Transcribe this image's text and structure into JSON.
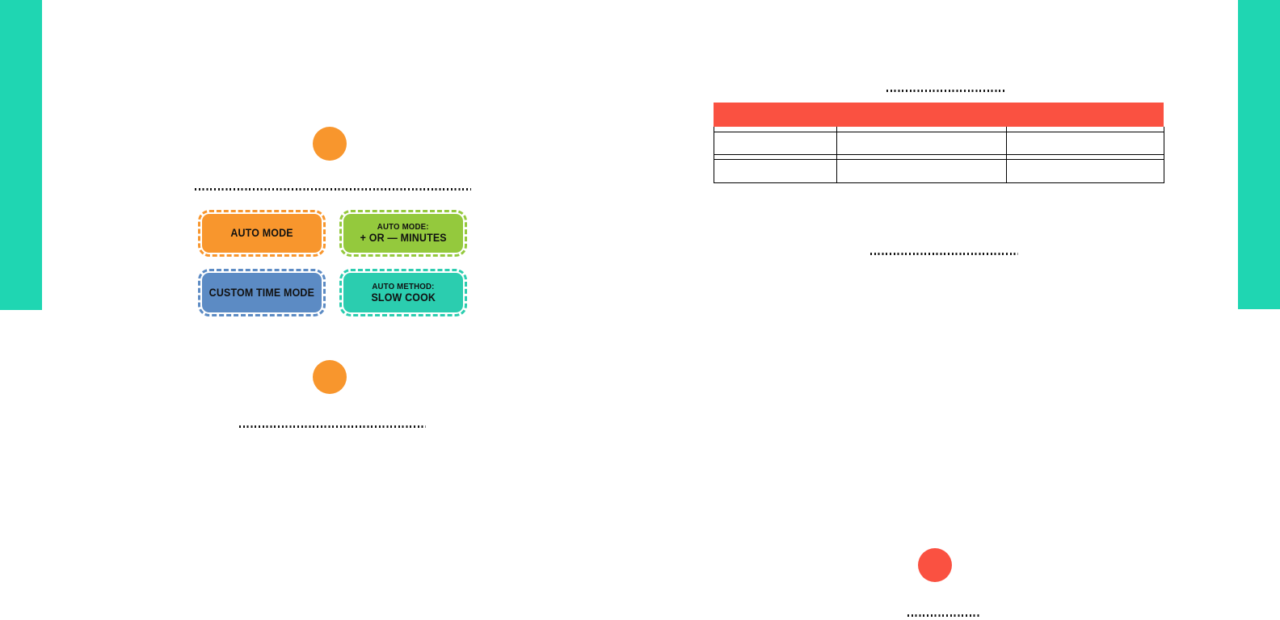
{
  "colors": {
    "teal_bar": "#1FD6B2",
    "orange": "#F8962D",
    "green": "#94C93D",
    "blue": "#5C8BC4",
    "teal_badge": "#2BCDAF",
    "red": "#FA5141",
    "divider": "#161616",
    "badge_text": "#111111"
  },
  "left_page": {
    "step_marker_1": {
      "color": "#F8962D"
    },
    "step_marker_2": {
      "color": "#F8962D"
    },
    "mode_badges": {
      "auto_mode": {
        "label": "AUTO MODE",
        "color": "#F8962D"
      },
      "auto_mode_minutes": {
        "top_label": "AUTO MODE:",
        "label": "+ OR — MINUTES",
        "color": "#94C93D"
      },
      "custom_time_mode": {
        "label": "CUSTOM TIME MODE",
        "color": "#5C8BC4"
      },
      "auto_method_slow_cook": {
        "top_label": "AUTO METHOD:",
        "label": "SLOW COOK",
        "color": "#2BCDAF"
      }
    }
  },
  "right_page": {
    "table": {
      "header_color": "#FA5141",
      "column_count": 3,
      "rows": [
        [
          "",
          "",
          ""
        ],
        [
          "",
          "",
          ""
        ],
        [
          "",
          "",
          ""
        ],
        [
          "",
          "",
          ""
        ]
      ]
    },
    "step_marker_3": {
      "color": "#FA5141"
    }
  }
}
